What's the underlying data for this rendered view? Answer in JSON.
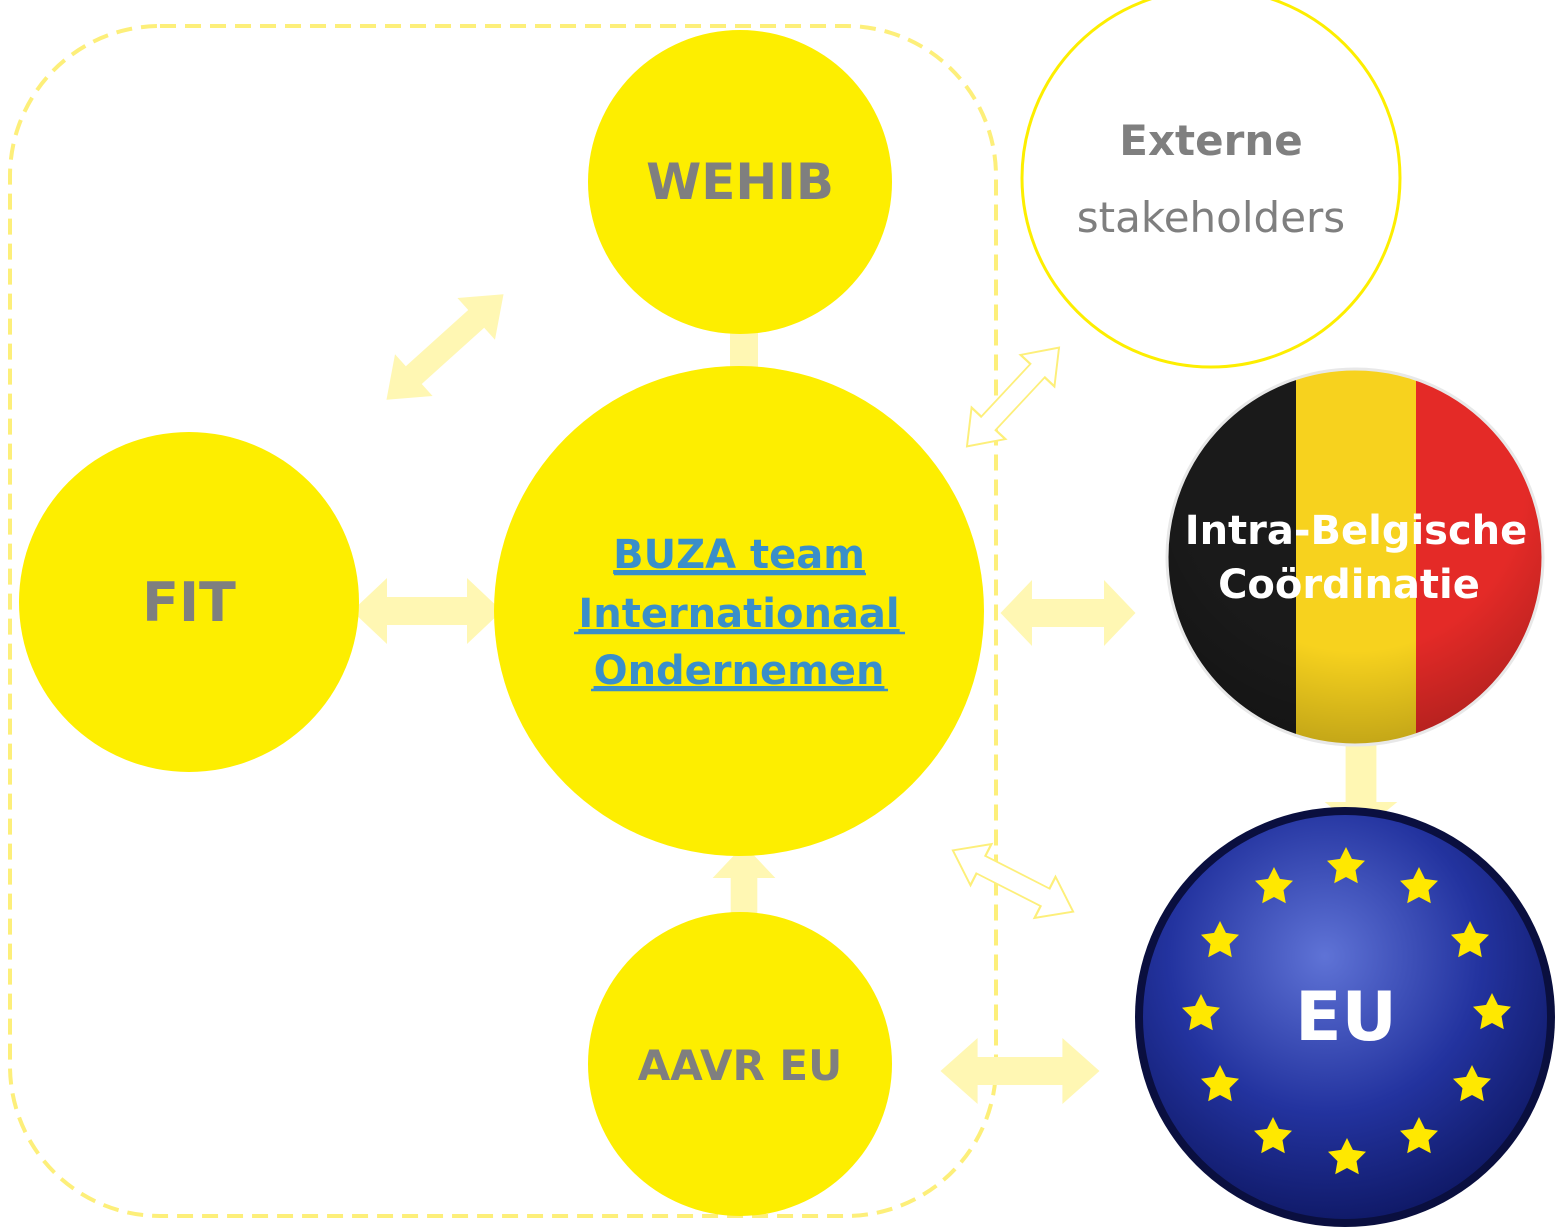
{
  "nodes": {
    "wehib": {
      "label": "WEHIB"
    },
    "externe": {
      "line1": "Externe",
      "line2": "stakeholders"
    },
    "fit": {
      "label": "FIT"
    },
    "buza": {
      "line1": "BUZA team",
      "line2": "Internationaal",
      "line3": "Ondernemen"
    },
    "intra": {
      "line1": "Intra-Belgische",
      "line2": "Coördinatie"
    },
    "aavr": {
      "label": "AAVR EU"
    },
    "eu": {
      "label": "EU"
    }
  },
  "colors": {
    "yellow": "#FDEE00",
    "arrow_fill": "#FFF7B3",
    "dash_border": "#FDEF7A",
    "label_gray": "#7F7F7F",
    "link_blue": "#3A8FC9",
    "be_black": "#1A1A1A",
    "be_yellow": "#F7D21E",
    "be_red": "#E42A27",
    "eu_blue": "#1F2F9B",
    "eu_star": "#FFE800"
  },
  "icons": {
    "arrows": "double-headed-arrow",
    "eu_stars": "star-icon"
  }
}
